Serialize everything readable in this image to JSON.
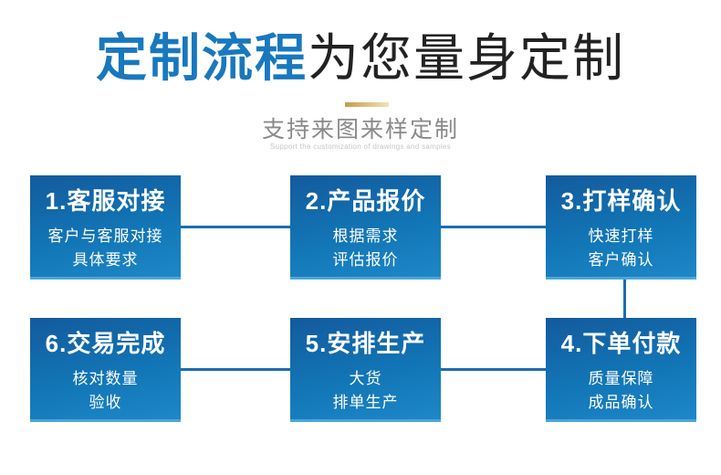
{
  "colors": {
    "accent_blue": "#1878be",
    "title_dark": "#222222",
    "subtitle_gray": "#8a8a8a",
    "caption_gray": "#c6c6c6",
    "gold_start": "#c89a4a",
    "gold_end": "#f0e4b6",
    "box_top": "#135a9d",
    "box_bottom": "#1e88c9",
    "box_edge": "#4ea6d8",
    "connector": "#1b6db1"
  },
  "header": {
    "title_highlight": "定制流程",
    "title_rest": "为您量身定制",
    "subtitle": "支持来图来样定制",
    "subtitle_en": "Support the customization of drawings and samples"
  },
  "flow": {
    "steps": [
      {
        "id": "step-1",
        "title": "1.客服对接",
        "lines": [
          "客户与客服对接",
          "具体要求"
        ]
      },
      {
        "id": "step-2",
        "title": "2.产品报价",
        "lines": [
          "根据需求",
          "评估报价"
        ]
      },
      {
        "id": "step-3",
        "title": "3.打样确认",
        "lines": [
          "快速打样",
          "客户确认"
        ]
      },
      {
        "id": "step-6",
        "title": "6.交易完成",
        "lines": [
          "核对数量",
          "验收"
        ]
      },
      {
        "id": "step-5",
        "title": "5.安排生产",
        "lines": [
          "大货",
          "排单生产"
        ]
      },
      {
        "id": "step-4",
        "title": "4.下单付款",
        "lines": [
          "质量保障",
          "成品确认"
        ]
      }
    ]
  }
}
